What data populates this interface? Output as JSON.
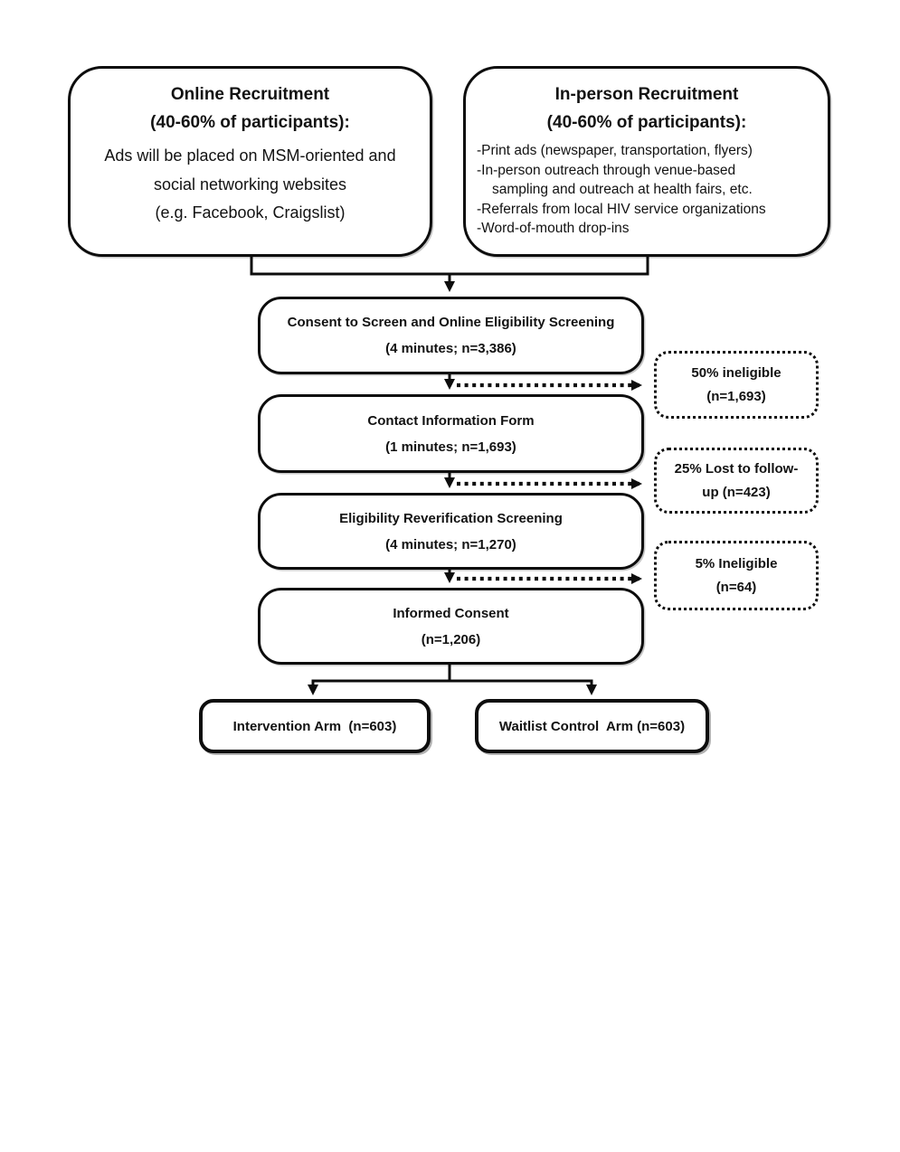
{
  "diagram": {
    "online_box": {
      "title": [
        "Online Recruitment",
        "(40-60% of participants):"
      ],
      "body": [
        "Ads will be placed on MSM-oriented and",
        "social networking websites",
        "(e.g. Facebook, Craigslist)"
      ]
    },
    "inperson_box": {
      "title": [
        "In-person Recruitment",
        "(40-60% of participants):"
      ],
      "body": [
        "-Print ads (newspaper, transportation, flyers)",
        "-In-person outreach through venue-based",
        "sampling and outreach at health fairs, etc.",
        "-Referrals from local HIV service organizations",
        "-Word-of-mouth drop-ins"
      ]
    },
    "steps": [
      {
        "title": "Consent to Screen and Online Eligibility Screening",
        "detail": "(4 minutes; n=3,386)"
      },
      {
        "title": "Contact Information Form",
        "detail": "(1 minutes; n=1,693)"
      },
      {
        "title": "Eligibility Reverification Screening",
        "detail": "(4 minutes; n=1,270)"
      },
      {
        "title": "Informed Consent",
        "detail": "(n=1,206)"
      }
    ],
    "exclusions": [
      {
        "line1": "50% ineligible",
        "line2": "(n=1,693)"
      },
      {
        "line1": "25% Lost to follow-",
        "line2": "up (n=423)"
      },
      {
        "line1": "5% Ineligible",
        "line2": "(n=64)"
      }
    ],
    "arms": [
      {
        "label": "Intervention Arm  (n=603)"
      },
      {
        "label": "Waitlist Control  Arm (n=603)"
      }
    ],
    "colors": {
      "line": "#0d0d0d",
      "background": "#ffffff"
    }
  }
}
